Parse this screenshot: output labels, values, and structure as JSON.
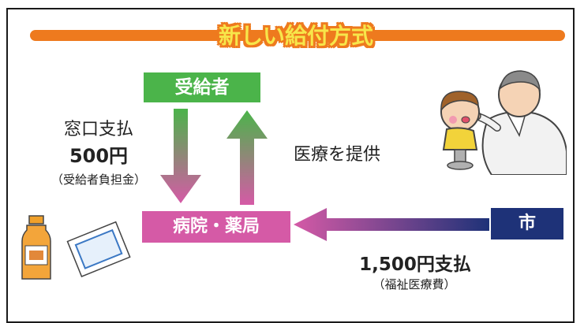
{
  "title": "新しい給付方式",
  "nodes": {
    "recipient": "受給者",
    "hospital": "病院・薬局",
    "city": "市"
  },
  "labels": {
    "window_payment": "窓口支払",
    "window_amount": "500円",
    "window_note": "（受給者負担金）",
    "medical_care": "医療を提供",
    "city_payment": "1,500円支払",
    "city_note": "（福祉医療費）"
  },
  "colors": {
    "title_bar": "#ee7a1e",
    "title_text": "#f7e64a",
    "recipient": "#4bb44a",
    "hospital": "#d55aa6",
    "city": "#1e3278"
  }
}
